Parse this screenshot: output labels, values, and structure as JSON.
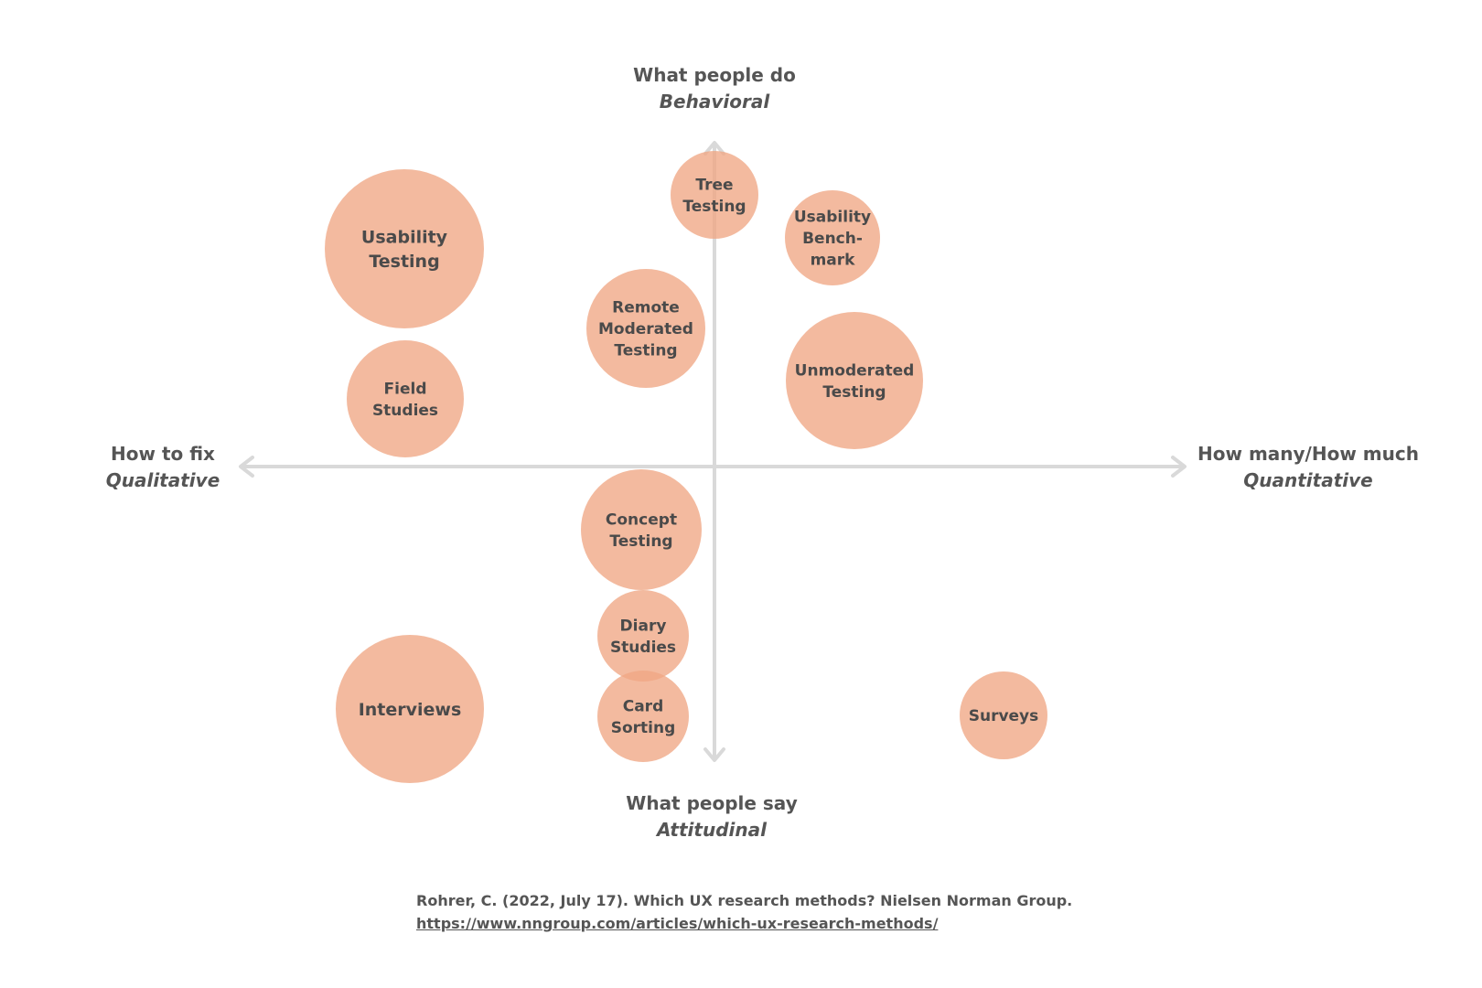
{
  "axes": {
    "top": {
      "title": "What people do",
      "subtitle": "Behavioral"
    },
    "bottom": {
      "title": "What people say",
      "subtitle": "Attitudinal"
    },
    "left": {
      "title": "How to fix",
      "subtitle": "Qualitative"
    },
    "right": {
      "title": "How many/How much",
      "subtitle": "Quantitative"
    }
  },
  "colors": {
    "bubble": "#efa784",
    "bubble_opacity": 0.78,
    "axis": "#d9d9d9",
    "text": "#555555"
  },
  "methods": [
    {
      "id": "usability-testing",
      "lines": [
        "Usability",
        "Testing"
      ],
      "size": "large"
    },
    {
      "id": "field-studies",
      "lines": [
        "Field",
        "Studies"
      ],
      "size": "medium"
    },
    {
      "id": "tree-testing",
      "lines": [
        "Tree",
        "Testing"
      ],
      "size": "small"
    },
    {
      "id": "usability-benchmark",
      "lines": [
        "Usability",
        "Bench-",
        "mark"
      ],
      "size": "small"
    },
    {
      "id": "remote-moderated-testing",
      "lines": [
        "Remote",
        "Moderated",
        "Testing"
      ],
      "size": "medium"
    },
    {
      "id": "unmoderated-testing",
      "lines": [
        "Unmoderated",
        "Testing"
      ],
      "size": "medium-large"
    },
    {
      "id": "concept-testing",
      "lines": [
        "Concept",
        "Testing"
      ],
      "size": "medium"
    },
    {
      "id": "diary-studies",
      "lines": [
        "Diary",
        "Studies"
      ],
      "size": "small"
    },
    {
      "id": "card-sorting",
      "lines": [
        "Card",
        "Sorting"
      ],
      "size": "small"
    },
    {
      "id": "interviews",
      "lines": [
        "Interviews"
      ],
      "size": "large"
    },
    {
      "id": "surveys",
      "lines": [
        "Surveys"
      ],
      "size": "small"
    }
  ],
  "citation": {
    "text": "Rohrer, C. (2022, July 17). Which UX research methods? Nielsen Norman Group.",
    "url": "https://www.nngroup.com/articles/which-ux-research-methods/"
  }
}
